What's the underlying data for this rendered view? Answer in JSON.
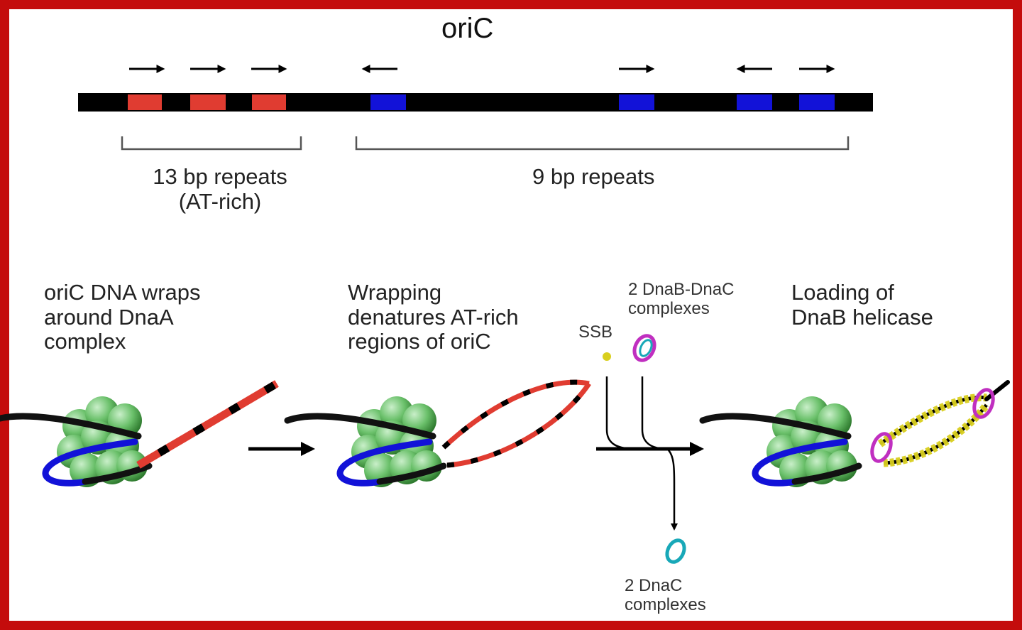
{
  "title": "oriC",
  "brackets": {
    "left_line1": "13 bp repeats",
    "left_line2": "(AT-rich)",
    "right": "9 bp repeats"
  },
  "steps": {
    "step1": [
      "oriC DNA wraps",
      "around DnaA",
      "complex"
    ],
    "step2": [
      "Wrapping",
      "denatures AT-rich",
      "regions of oriC"
    ],
    "step3": [
      "Loading of",
      "DnaB helicase"
    ]
  },
  "reagents": {
    "ssb": "SSB",
    "dnab_dnac": [
      "2 DnaB-DnaC",
      "complexes"
    ],
    "dnac": [
      "2 DnaC",
      "complexes"
    ]
  },
  "colors": {
    "frame": "#c40c0c",
    "dna": "#000000",
    "repeat13": "#e03c31",
    "repeat9": "#1212d8",
    "dnaa": "#5cb35c",
    "ssb": "#d9cf1e",
    "dnab": "#c02fc0",
    "dnac": "#18a8b8"
  }
}
